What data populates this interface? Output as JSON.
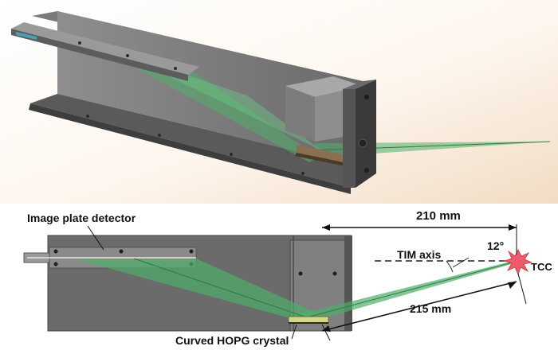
{
  "labels": {
    "detector": "Image plate detector",
    "distance_tcc": "210 mm",
    "tim_axis": "TIM axis",
    "angle": "12°",
    "tcc": "TCC",
    "distance_crystal": "215 mm",
    "crystal": "Curved HOPG crystal"
  },
  "colors": {
    "housing": "#5e5e5e",
    "housing_light": "#8a8a8a",
    "beam": "#4fae6a",
    "tcc_burst": "#ef5b6a",
    "text": "#111111"
  }
}
